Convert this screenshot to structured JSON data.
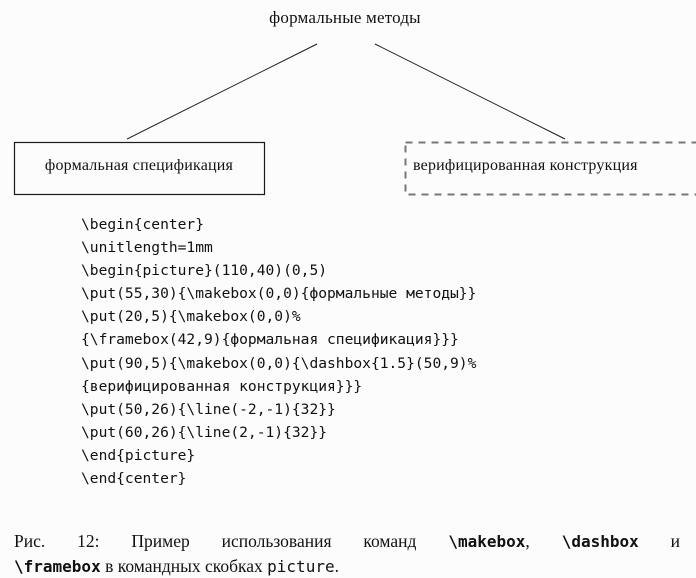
{
  "figure": {
    "top_label": "формальные методы",
    "left_box_label": "формальная спецификация",
    "right_box_label": "верифицированная конструкция",
    "line_color": "#1a1a1a",
    "dash_color": "#777777"
  },
  "code": {
    "lines": [
      "\\begin{center}",
      "\\unitlength=1mm",
      "\\begin{picture}(110,40)(0,5)",
      "\\put(55,30){\\makebox(0,0){формальные методы}}",
      "\\put(20,5){\\makebox(0,0)%",
      "{\\framebox(42,9){формальная спецификация}}}",
      "\\put(90,5){\\makebox(0,0){\\dashbox{1.5}(50,9)%",
      "{верифицированная конструкция}}}",
      "\\put(50,26){\\line(-2,-1){32}}",
      "\\put(60,26){\\line(2,-1){32}}",
      "\\end{picture}",
      "\\end{center}"
    ]
  },
  "caption": {
    "prefix": "Рис. 12: Пример использования команд",
    "cmd_makebox": "\\makebox",
    "comma": ",",
    "cmd_dashbox": "\\dashbox",
    "conj": "и",
    "cmd_framebox": "\\framebox",
    "middle": "в командных скобках",
    "env_picture": "picture",
    "suffix": "."
  }
}
